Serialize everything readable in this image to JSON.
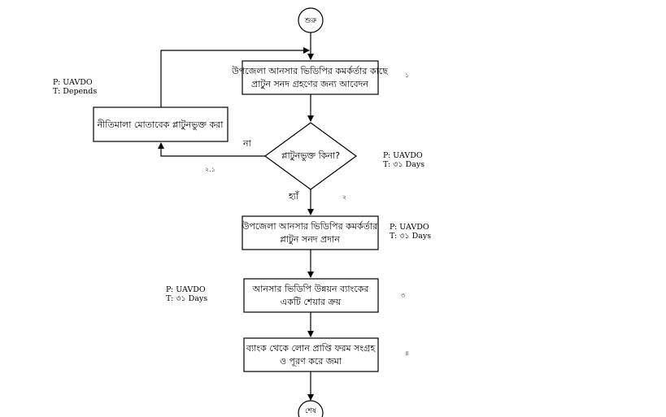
{
  "diagram": {
    "start": {
      "label": "শুরু"
    },
    "end": {
      "label": "শেষ"
    },
    "steps": [
      {
        "id": "step1",
        "lines": [
          "উপজেলা আনসার ভিডিপির কমর্কর্তার কাছে",
          "প্রাটুন সনদ গ্রহণের জন্য আবেদন"
        ],
        "number": "১"
      },
      {
        "id": "decision",
        "lines": [
          "প্লাটুনভুক্ত কিনা?"
        ],
        "number": "২",
        "yes_label": "হ্যাঁ",
        "no_label": "না",
        "no_branch_number": "২.১",
        "meta": {
          "p": "P: UAVDO",
          "t": "T: ৩১ Days"
        }
      },
      {
        "id": "step2",
        "lines": [
          "উপজেলা আনসার ভিডিপির কমর্কর্তার",
          "প্লাটুন সনদ প্রদান"
        ],
        "meta": {
          "p": "P: UAVDO",
          "t": "T: ৩১ Days"
        }
      },
      {
        "id": "step3",
        "lines": [
          "আনসার ভিডিপি উন্নয়ন ব্যাংকের",
          "একটি শেয়ার ক্রয়"
        ],
        "number": "৩",
        "meta": {
          "p": "P: UAVDO",
          "t": "T: ৩১ Days"
        }
      },
      {
        "id": "step4",
        "lines": [
          "ব্যাংক থেকে লোন প্রাপ্তি ফরম সংগ্রহ",
          "ও পূরণ করে জমা"
        ],
        "number": "৪"
      }
    ],
    "side_step": {
      "lines": [
        "নীতিমালা মোতাবেক প্লাটুনভুক্ত করা"
      ],
      "meta": {
        "p": "P: UAVDO",
        "t": "T: Depends"
      }
    }
  }
}
